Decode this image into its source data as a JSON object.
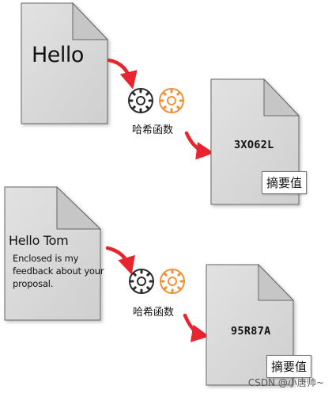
{
  "colors": {
    "arrow": "#e8252e",
    "gear_dark": "#2b2b2b",
    "gear_accent": "#f0923a",
    "paper": "#d9d9d9",
    "paper_fold": "#c2c2c2",
    "outline": "#555555"
  },
  "icons": {
    "gear_left": "gear-icon",
    "gear_right": "gear-icon"
  },
  "example_1": {
    "input_text": "Hello",
    "function_label": "哈希函数",
    "digest": "3XO62L",
    "digest_tag": "摘要值"
  },
  "example_2": {
    "input_title": "Hello Tom",
    "input_body": "Enclosed is my feedback about your proposal.",
    "function_label": "哈希函数",
    "digest": "95R87A",
    "digest_tag": "摘要值"
  },
  "watermark": "CSDN @小唐帅~"
}
